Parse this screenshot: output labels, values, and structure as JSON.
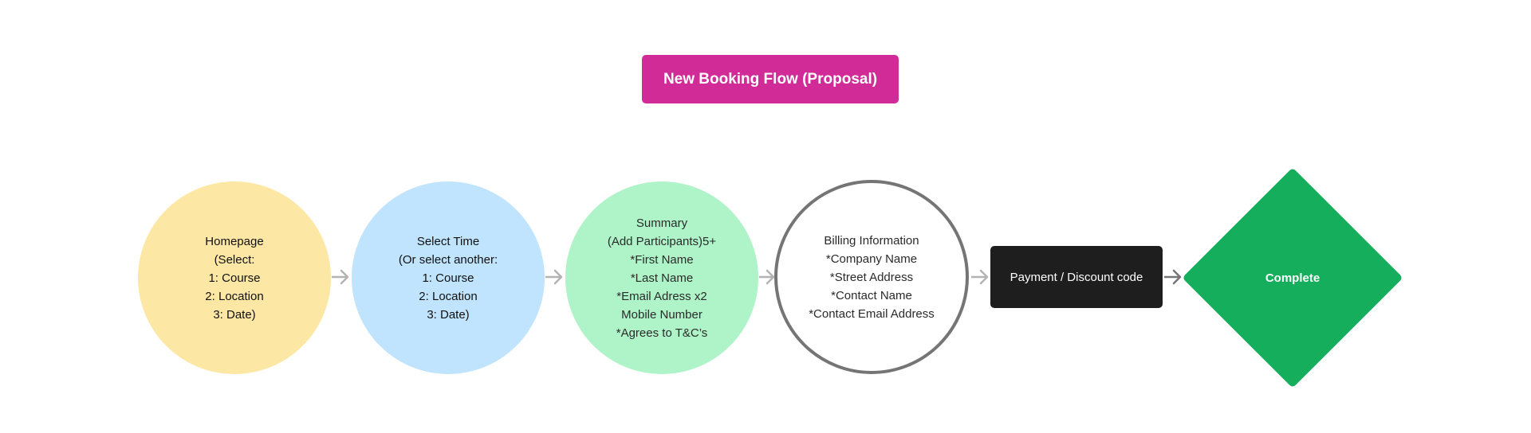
{
  "title": {
    "text": "New Booking Flow (Proposal)",
    "bg": "#d12b97",
    "fg": "#ffffff"
  },
  "nodes": [
    {
      "id": "homepage",
      "shape": "circle",
      "fill": "#fde7a4",
      "border": "none",
      "text_color": "#111111",
      "lines": [
        "Homepage",
        "(Select:",
        "1: Course",
        "2: Location",
        "3: Date)"
      ]
    },
    {
      "id": "select-time",
      "shape": "circle",
      "fill": "#c0e4fd",
      "border": "none",
      "text_color": "#111111",
      "lines": [
        "Select Time",
        "(Or select another:",
        "1: Course",
        "2: Location",
        "3: Date)"
      ]
    },
    {
      "id": "summary",
      "shape": "circle",
      "fill": "#aff4c8",
      "border": "none",
      "text_color": "#2a2a2a",
      "lines": [
        "Summary",
        "(Add Participants)5+",
        "*First Name",
        "*Last Name",
        "*Email Adress x2",
        "Mobile Number",
        "*Agrees to T&C’s"
      ]
    },
    {
      "id": "billing",
      "shape": "circle",
      "fill": "#ffffff",
      "border": "#757575",
      "text_color": "#2a2a2a",
      "lines": [
        "Billing Information",
        "*Company Name",
        "*Street Address",
        "*Contact Name",
        "*Contact Email Address"
      ]
    },
    {
      "id": "payment",
      "shape": "rectangle",
      "fill": "#1e1e1e",
      "text_color": "#ffffff",
      "label": "Payment / Discount code"
    },
    {
      "id": "complete",
      "shape": "diamond",
      "fill": "#14ae5c",
      "text_color": "#ffffff",
      "label": "Complete"
    }
  ],
  "connectors": {
    "color_light": "#b3b3b3",
    "color_dark": "#757575",
    "edges": [
      {
        "from": "homepage",
        "to": "select-time"
      },
      {
        "from": "select-time",
        "to": "summary"
      },
      {
        "from": "summary",
        "to": "billing"
      },
      {
        "from": "billing",
        "to": "payment"
      },
      {
        "from": "payment",
        "to": "complete"
      }
    ]
  }
}
